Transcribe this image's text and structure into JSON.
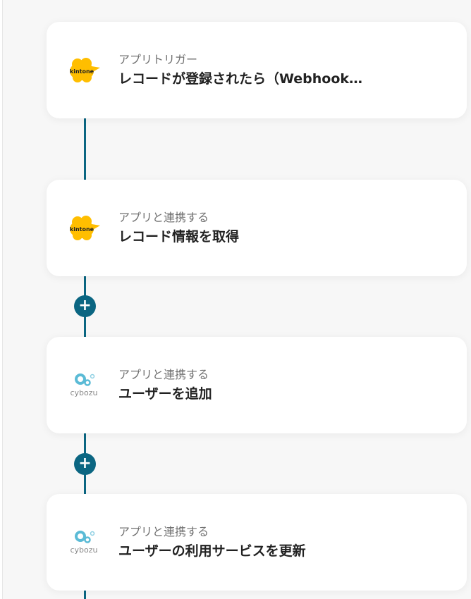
{
  "steps": [
    {
      "app": "kintone",
      "subtitle": "アプリトリガー",
      "title": "レコードが登録されたら（Webhook…"
    },
    {
      "app": "kintone",
      "subtitle": "アプリと連携する",
      "title": "レコード情報を取得"
    },
    {
      "app": "cybozu",
      "subtitle": "アプリと連携する",
      "title": "ユーザーを追加"
    },
    {
      "app": "cybozu",
      "subtitle": "アプリと連携する",
      "title": "ユーザーの利用サービスを更新"
    }
  ],
  "add_label": "+",
  "colors": {
    "accent": "#0b6682",
    "kintone": "#ffbe00",
    "cybozu": "#5bbbd6"
  }
}
